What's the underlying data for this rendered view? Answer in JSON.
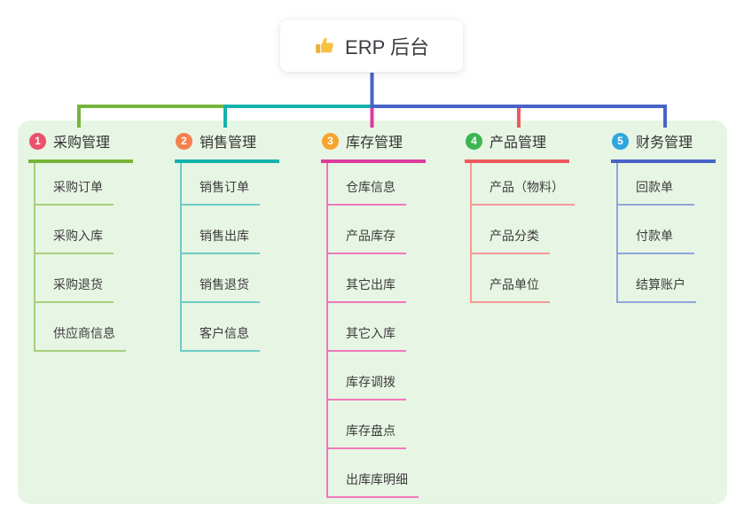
{
  "root": {
    "icon": "thumbs-up-icon",
    "label": "ERP 后台",
    "line_color": "#4a5ec6"
  },
  "panel": {
    "bg": "#e7f5e4"
  },
  "branches": [
    {
      "num": "1",
      "label": "采购管理",
      "badge_color": "#e9516b",
      "line_color": "#76b43b",
      "child_line_color": "#a5cf7c",
      "children": [
        "采购订单",
        "采购入库",
        "采购退货",
        "供应商信息"
      ]
    },
    {
      "num": "2",
      "label": "销售管理",
      "badge_color": "#f5804d",
      "line_color": "#14b3ab",
      "child_line_color": "#6fcbc4",
      "children": [
        "销售订单",
        "销售出库",
        "销售退货",
        "客户信息"
      ]
    },
    {
      "num": "3",
      "label": "库存管理",
      "badge_color": "#f6a42e",
      "line_color": "#dd3a9e",
      "child_line_color": "#ee79ba",
      "children": [
        "仓库信息",
        "产品库存",
        "其它出库",
        "其它入库",
        "库存调拨",
        "库存盘点",
        "出库库明细"
      ]
    },
    {
      "num": "4",
      "label": "产品管理",
      "badge_color": "#3db551",
      "line_color": "#f0595c",
      "child_line_color": "#f49a97",
      "children": [
        "产品（物料）",
        "产品分类",
        "产品单位"
      ]
    },
    {
      "num": "5",
      "label": "财务管理",
      "badge_color": "#2ea6de",
      "line_color": "#4863c8",
      "child_line_color": "#8ea6da",
      "children": [
        "回款单",
        "付款单",
        "结算账户"
      ]
    }
  ]
}
